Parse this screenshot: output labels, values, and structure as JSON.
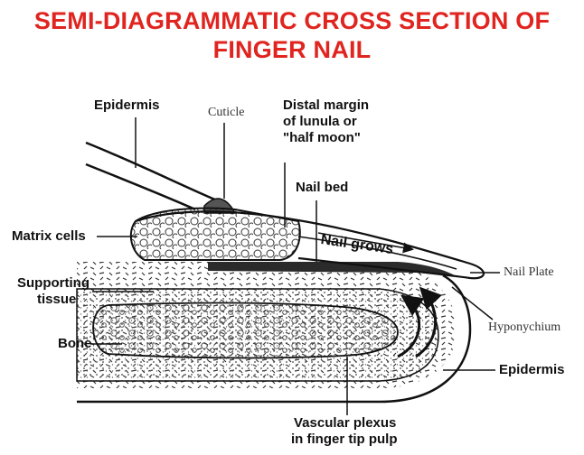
{
  "title": {
    "line1": "SEMI-DIAGRAMMATIC CROSS SECTION OF",
    "line2": "FINGER NAIL"
  },
  "labels": {
    "epidermis_top": "Epidermis",
    "cuticle": "Cuticle",
    "distal_margin_1": "Distal margin",
    "distal_margin_2": "of lunula or",
    "distal_margin_3": "\"half moon\"",
    "nail_bed": "Nail bed",
    "matrix_cells": "Matrix cells",
    "nail_grows": "Nail grows",
    "nail_plate": "Nail Plate",
    "supporting_1": "Supporting",
    "supporting_2": "tissue",
    "hyponychium": "Hyponychium",
    "bone": "Bone",
    "epidermis_bottom": "Epidermis",
    "vascular_1": "Vascular plexus",
    "vascular_2": "in finger tip pulp"
  },
  "colors": {
    "title": "#e0241f",
    "ink": "#111111",
    "nail_bed_fill": "#2b2b2b"
  }
}
